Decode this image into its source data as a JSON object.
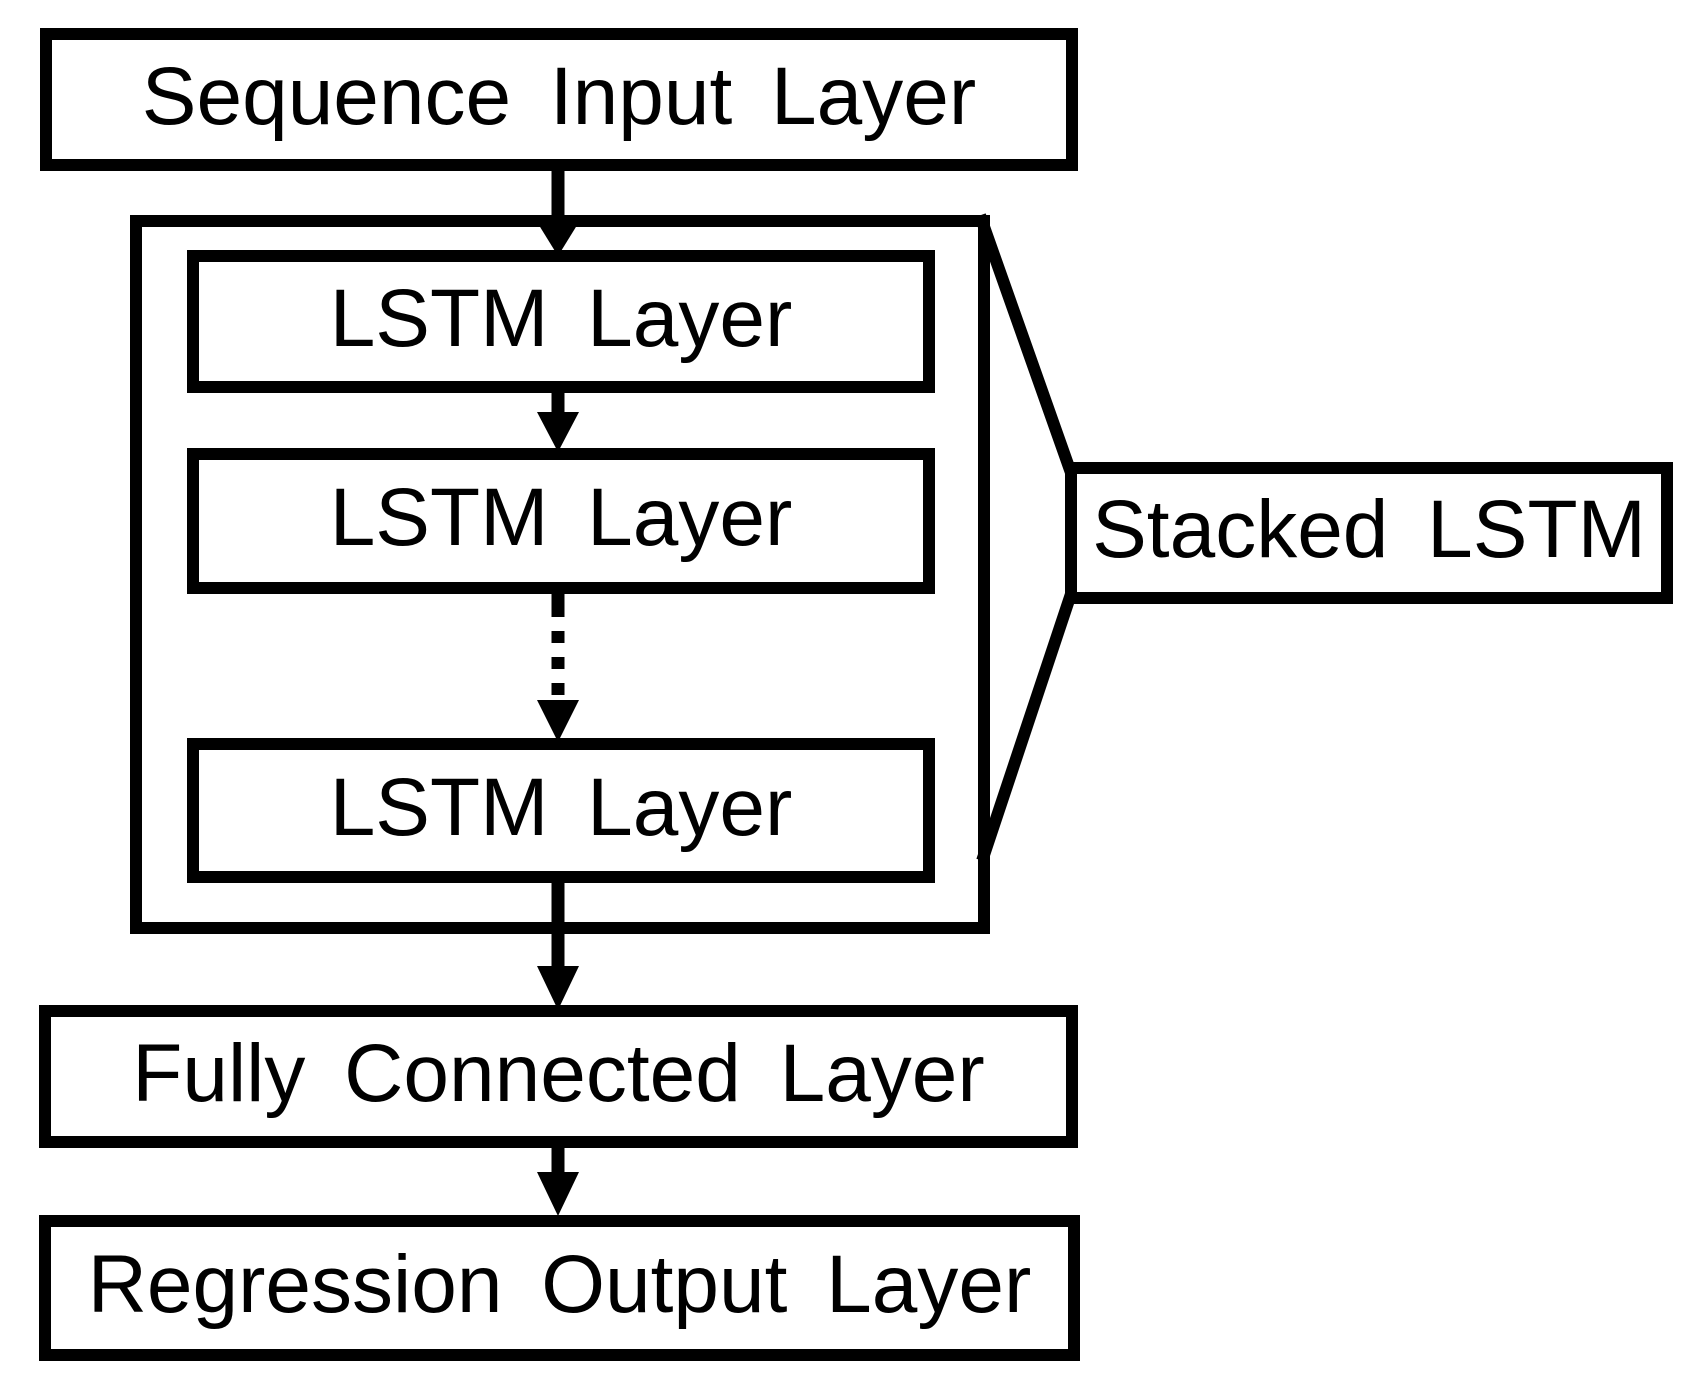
{
  "diagram": {
    "colors": {
      "background": "#ffffff",
      "stroke": "#000000",
      "text": "#000000"
    },
    "nodes": {
      "sequence_input": "Sequence Input Layer",
      "lstm1": "LSTM Layer",
      "lstm2": "LSTM Layer",
      "lstm3": "LSTM Layer",
      "stacked_label": "Stacked LSTM",
      "fully_connected": "Fully Connected Layer",
      "regression_output": "Regression Output Layer"
    }
  }
}
